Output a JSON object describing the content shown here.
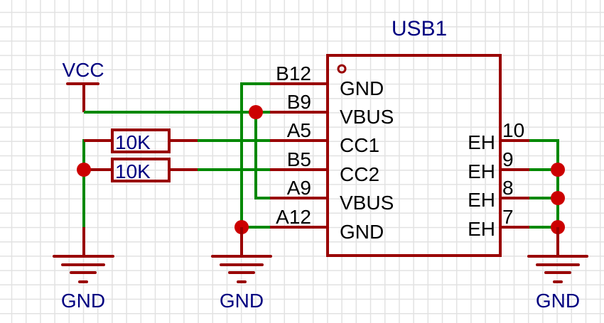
{
  "colors": {
    "grid": "#e2e2e2",
    "component": "#990000",
    "wire": "#008800",
    "junction": "#cc0000",
    "net_label": "#000080",
    "pin_text": "#000000"
  },
  "component": {
    "designator": "USB1",
    "left_pins": [
      {
        "number": "B12",
        "name": "GND"
      },
      {
        "number": "B9",
        "name": "VBUS"
      },
      {
        "number": "A5",
        "name": "CC1"
      },
      {
        "number": "B5",
        "name": "CC2"
      },
      {
        "number": "A9",
        "name": "VBUS"
      },
      {
        "number": "A12",
        "name": "GND"
      }
    ],
    "right_pins": [
      {
        "number": "10",
        "name": "EH"
      },
      {
        "number": "9",
        "name": "EH"
      },
      {
        "number": "8",
        "name": "EH"
      },
      {
        "number": "7",
        "name": "EH"
      }
    ]
  },
  "resistors": [
    {
      "value": "10K"
    },
    {
      "value": "10K"
    }
  ],
  "power": {
    "vcc": "VCC",
    "gnd_left": "GND",
    "gnd_mid": "GND",
    "gnd_right": "GND"
  }
}
